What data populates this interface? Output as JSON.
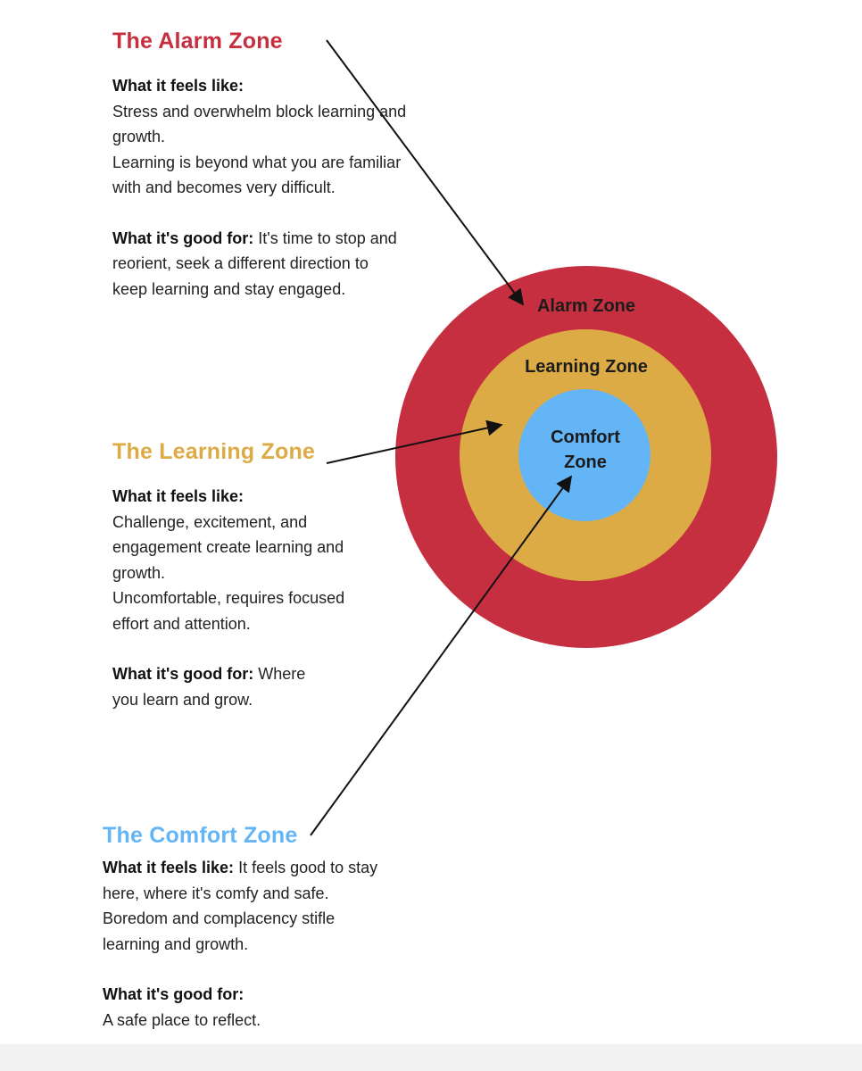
{
  "diagram": {
    "colors": {
      "alarm": "#c62f3f",
      "learning": "#dcab45",
      "comfort": "#64b5f6",
      "arrow": "#111111"
    },
    "ring_labels": {
      "alarm": "Alarm Zone",
      "learning": "Learning Zone",
      "comfort_line1": "Comfort",
      "comfort_line2": "Zone"
    }
  },
  "alarm": {
    "title": "The Alarm Zone",
    "feels_heading": "What it feels like:",
    "feels_text_1": "Stress and overwhelm block learning and growth.",
    "feels_text_2": "Learning is beyond what you are familiar with and becomes very difficult.",
    "good_heading": "What it's good for:",
    "good_text": "It's time to stop and reorient, seek a different direction to keep learning and stay engaged."
  },
  "learning": {
    "title": "The Learning Zone",
    "feels_heading": "What it feels like:",
    "feels_text_1": "Challenge, excitement, and engagement create learning and growth.",
    "feels_text_2": "Uncomfortable, requires focused effort and attention.",
    "good_heading": "What it's good for:",
    "good_text": "Where you learn and grow."
  },
  "comfort": {
    "title": "The Comfort Zone",
    "feels_heading": "What it feels like:",
    "feels_text": "It feels good to stay here, where it's comfy and safe. Boredom and complacency stifle learning and growth.",
    "good_heading": "What it's good for:",
    "good_text": "A safe place to reflect."
  }
}
